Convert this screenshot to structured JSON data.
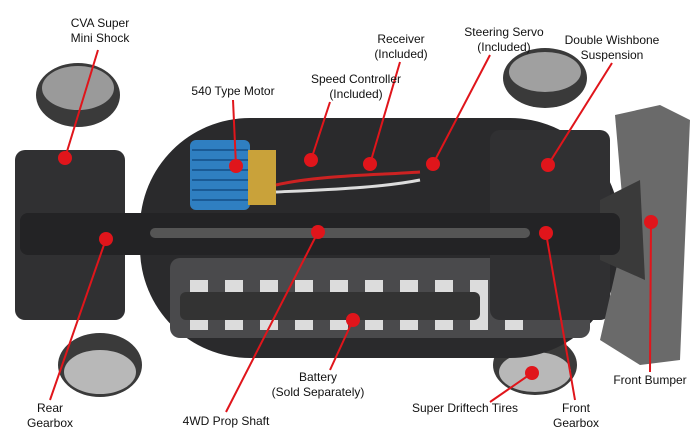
{
  "colors": {
    "callout": "#e0151b",
    "chassis": "#2a2a2c",
    "motor": "#2f7fc1",
    "bumper": "#6a6a6a"
  },
  "labels": {
    "cva_shock": {
      "line1": "CVA Super",
      "line2": "Mini Shock"
    },
    "motor": {
      "line1": "540 Type Motor"
    },
    "speed_controller": {
      "line1": "Speed Controller",
      "line2": "(Included)"
    },
    "receiver": {
      "line1": "Receiver",
      "line2": "(Included)"
    },
    "steering_servo": {
      "line1": "Steering Servo",
      "line2": "(Included)"
    },
    "suspension": {
      "line1": "Double Wishbone",
      "line2": "Suspension"
    },
    "rear_gearbox": {
      "line1": "Rear",
      "line2": "Gearbox"
    },
    "prop_shaft": {
      "line1": "4WD Prop Shaft"
    },
    "battery": {
      "line1": "Battery",
      "line2": "(Sold Separately)"
    },
    "tires": {
      "line1": "Super Driftech Tires"
    },
    "front_gearbox": {
      "line1": "Front",
      "line2": "Gearbox"
    },
    "front_bumper": {
      "line1": "Front Bumper"
    }
  }
}
